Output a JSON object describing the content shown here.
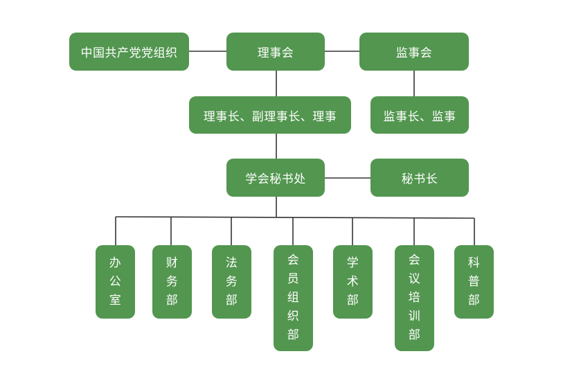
{
  "nodes": {
    "party": "中国共产党党组织",
    "council": "理事会",
    "supervisors": "监事会",
    "council_officers": "理事长、副理事长、理事",
    "supervisor_officers": "监事长、监事",
    "secretariat": "学会秘书处",
    "secretary_general": "秘书长",
    "departments": [
      [
        "办",
        "公",
        "室"
      ],
      [
        "财",
        "务",
        "部"
      ],
      [
        "法",
        "务",
        "部"
      ],
      [
        "会",
        "员",
        "组",
        "织",
        "部"
      ],
      [
        "学",
        "术",
        "部"
      ],
      [
        "会",
        "议",
        "培",
        "训",
        "部"
      ],
      [
        "科",
        "普",
        "部"
      ]
    ]
  },
  "colors": {
    "node_fill": "#52964f",
    "node_text": "#ffffff",
    "connector": "#333333"
  }
}
